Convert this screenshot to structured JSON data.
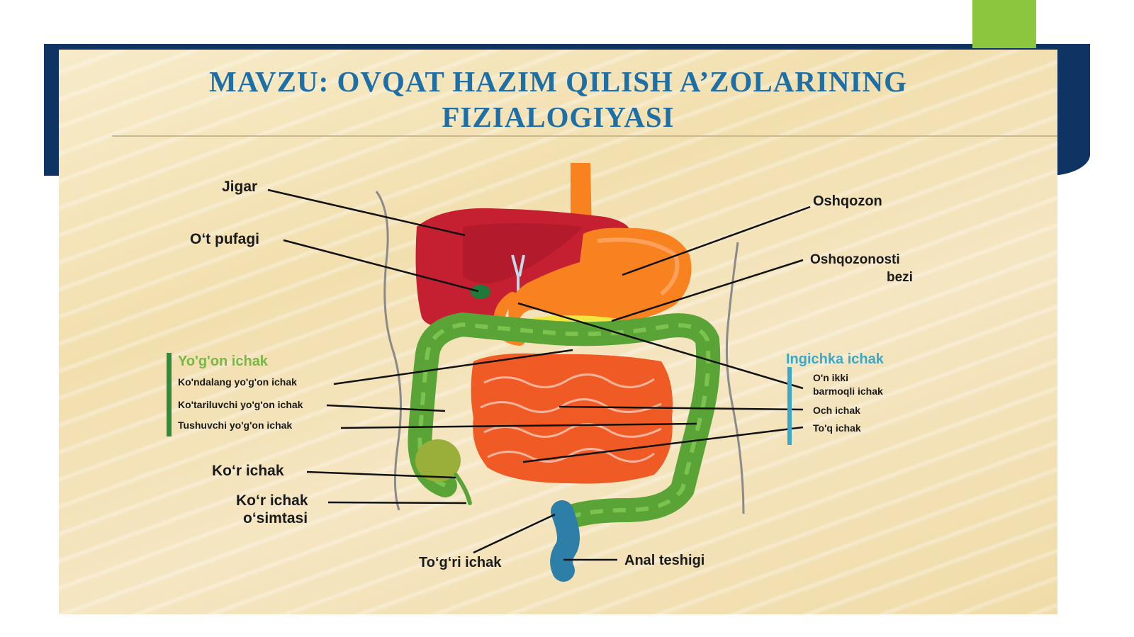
{
  "slide": {
    "title_line1": "MAVZU: OVQAT HAZIM QILISH A’ZOLARINING",
    "title_line2": "FIZIALOGIYASI"
  },
  "labels": {
    "jigar": "Jigar",
    "ot_pufagi": "O‘t pufagi",
    "oshqozon": "Oshqozon",
    "oshqozonosti_1": "Oshqozonosti",
    "oshqozonosti_2": "bezi",
    "kor_ichak": "Ko‘r ichak",
    "kor_ichak_osimtasi_1": "Ko‘r ichak",
    "kor_ichak_osimtasi_2": "o‘simtasi",
    "togri_ichak": "To‘g‘ri ichak",
    "anal_teshigi": "Anal teshigi"
  },
  "yogon_ichak": {
    "heading": "Yo'g'on ichak",
    "items": [
      "Ko'ndalang yo'g'on ichak",
      "Ko'tariluvchi yo'g'on ichak",
      "Tushuvchi yo'g'on ichak"
    ]
  },
  "ingichka_ichak": {
    "heading": "Ingichka ichak",
    "item1_line1": "O'n ikki",
    "item1_line2": "barmoqli ichak",
    "item2": "Och ichak",
    "item3": "To'q ichak"
  },
  "colors": {
    "title": "#1f6fa7",
    "band": "#0f3362",
    "accent": "#8cc63e",
    "liver": "#c42032",
    "stomach": "#f7821f",
    "small_intestine": "#f05a24",
    "large_intestine": "#5aa336",
    "rectum": "#2e7fa8",
    "yogon_heading": "#7ab648",
    "ingichka_heading": "#3aa8c8"
  }
}
